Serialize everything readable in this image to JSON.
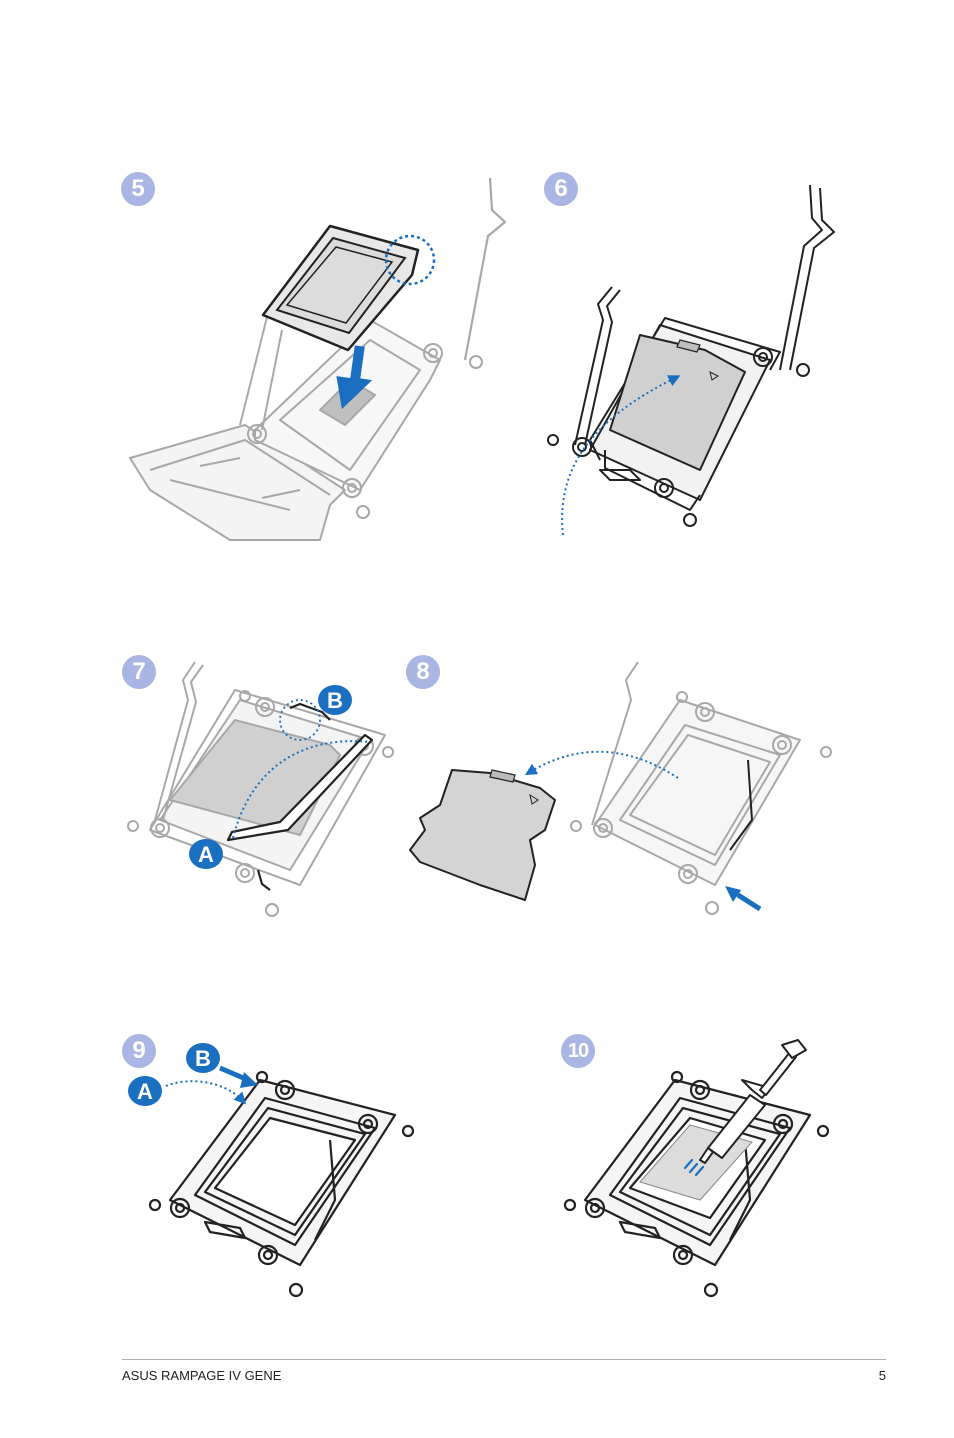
{
  "steps": [
    {
      "number": "5"
    },
    {
      "number": "6"
    },
    {
      "number": "7"
    },
    {
      "number": "8"
    },
    {
      "number": "9"
    },
    {
      "number": "10"
    }
  ],
  "callouts": {
    "step7_a": "A",
    "step7_b": "B",
    "step9_a": "A",
    "step9_b": "B"
  },
  "footer": {
    "title": "ASUS RAMPAGE IV GENE",
    "page_number": "5"
  },
  "colors": {
    "badge": "#a9b5e3",
    "accent_blue": "#1a6fc0",
    "line_gray": "#a8a8a8",
    "line_dark": "#222222",
    "plate_fill": "#d4d4d4"
  }
}
